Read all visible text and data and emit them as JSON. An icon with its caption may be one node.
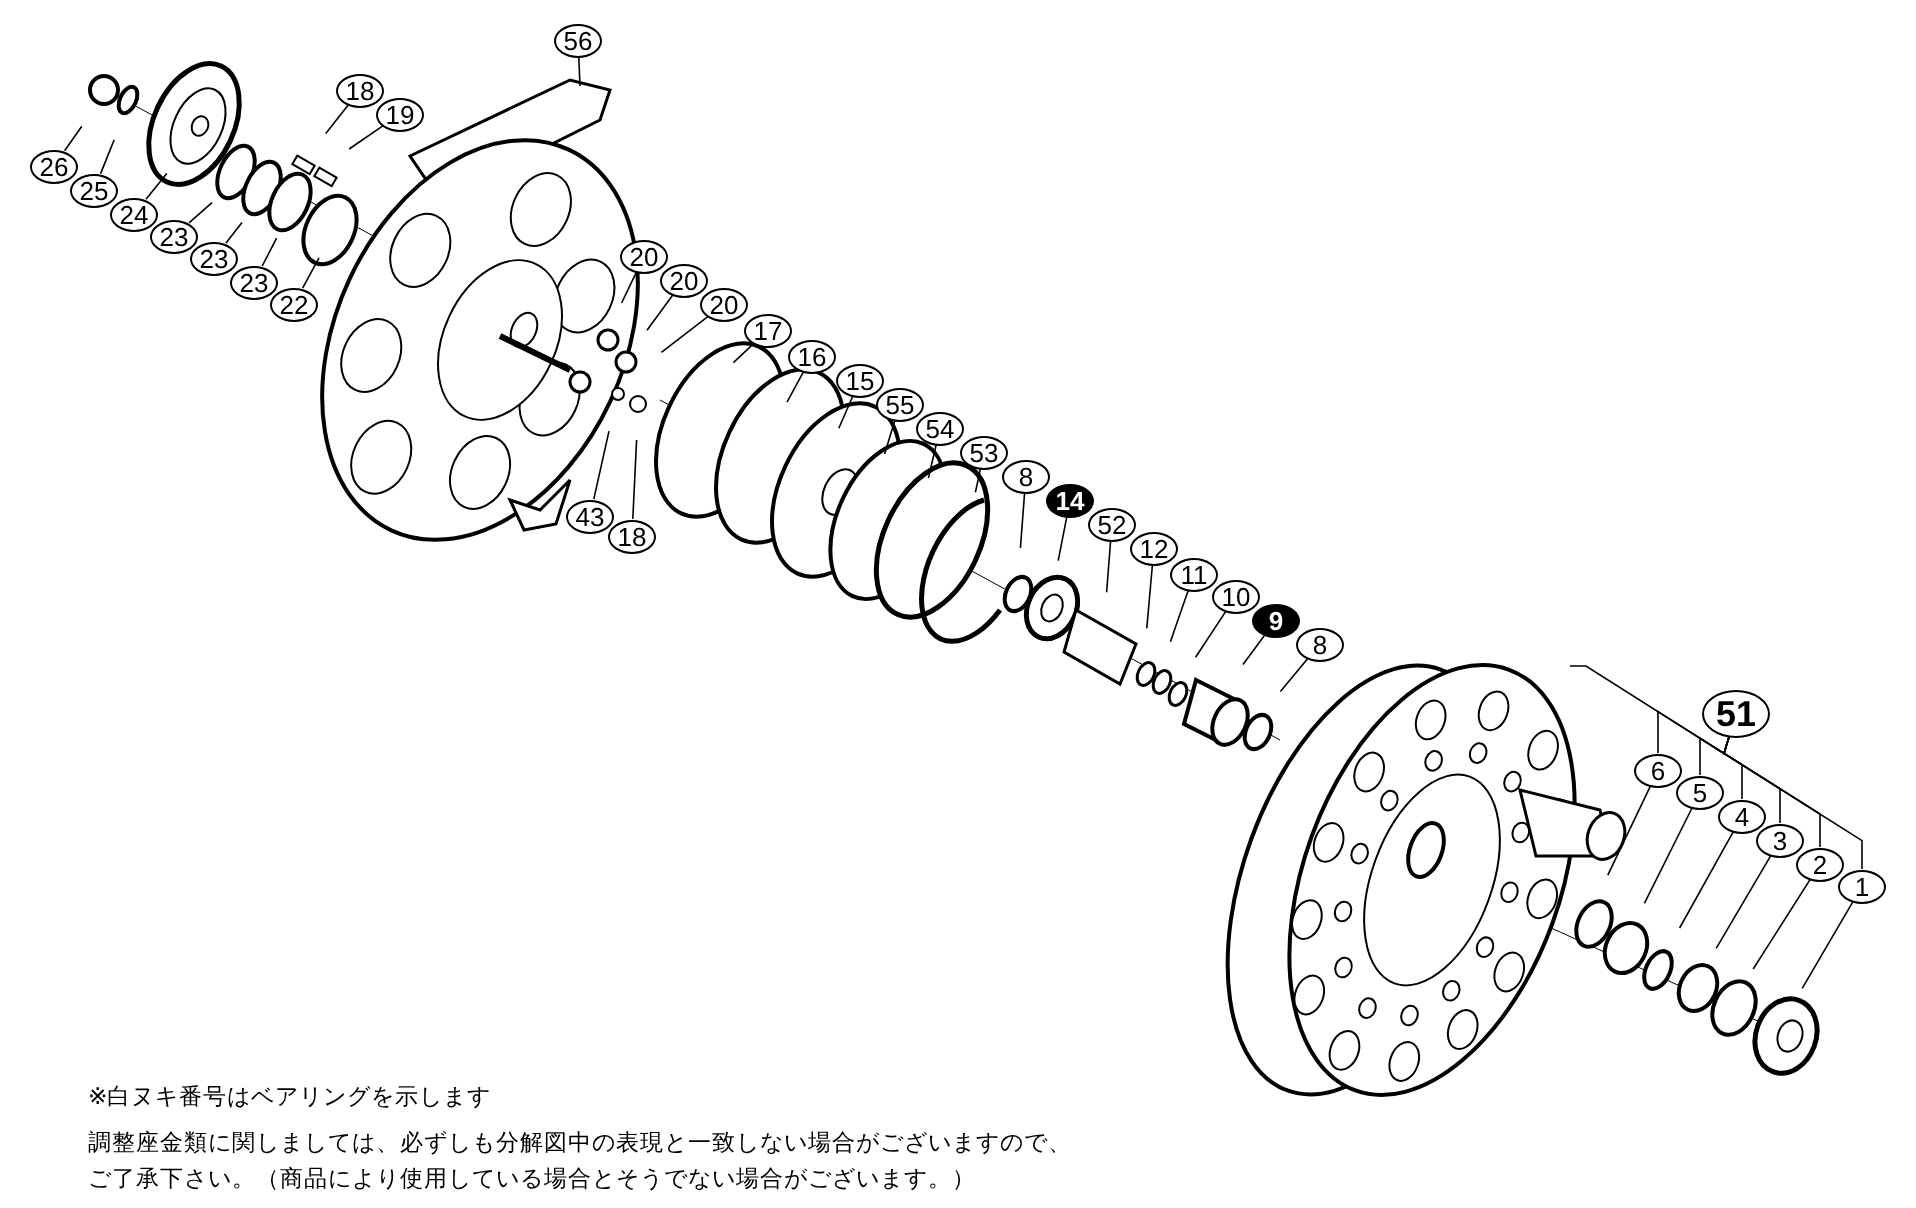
{
  "diagram": {
    "nodes": [
      {
        "text": [
          "56"
        ]
      },
      {
        "text": [
          "18"
        ]
      },
      {
        "text": [
          "19"
        ]
      },
      {
        "text": [
          "26"
        ]
      },
      {
        "text": [
          "25"
        ]
      },
      {
        "text": [
          "24"
        ]
      },
      {
        "text": [
          "23"
        ]
      },
      {
        "text": [
          "23"
        ]
      },
      {
        "text": [
          "23"
        ]
      },
      {
        "text": [
          "22"
        ]
      },
      {
        "text": [
          "20"
        ]
      },
      {
        "text": [
          "20"
        ]
      },
      {
        "text": [
          "20"
        ]
      },
      {
        "text": [
          "17"
        ]
      },
      {
        "text": [
          "16"
        ]
      },
      {
        "text": [
          "15"
        ]
      },
      {
        "text": [
          "55"
        ]
      },
      {
        "text": [
          "54"
        ]
      },
      {
        "text": [
          "43"
        ]
      },
      {
        "text": [
          "18"
        ]
      },
      {
        "text": [
          "53"
        ]
      },
      {
        "text": [
          "8"
        ]
      },
      {
        "text": [
          "14"
        ]
      },
      {
        "text": [
          "52"
        ]
      },
      {
        "text": [
          "12"
        ]
      },
      {
        "text": [
          "11"
        ]
      },
      {
        "text": [
          "10"
        ]
      },
      {
        "text": [
          "9"
        ]
      },
      {
        "text": [
          "8"
        ]
      },
      {
        "text": [
          "51"
        ]
      },
      {
        "text": [
          "6"
        ]
      },
      {
        "text": [
          "5"
        ]
      },
      {
        "text": [
          "4"
        ]
      },
      {
        "text": [
          "3"
        ]
      },
      {
        "text": [
          "2"
        ]
      },
      {
        "text": [
          "1"
        ]
      }
    ],
    "edges": [
      {
        "from": 0,
        "to": null,
        "arrow": "none"
      },
      {
        "from": 1,
        "to": null,
        "arrow": "none"
      },
      {
        "from": 2,
        "to": null,
        "arrow": "none"
      },
      {
        "from": 3,
        "to": null,
        "arrow": "none"
      },
      {
        "from": 4,
        "to": null,
        "arrow": "none"
      },
      {
        "from": 5,
        "to": null,
        "arrow": "none"
      },
      {
        "from": 6,
        "to": null,
        "arrow": "none"
      },
      {
        "from": 7,
        "to": null,
        "arrow": "none"
      },
      {
        "from": 8,
        "to": null,
        "arrow": "none"
      },
      {
        "from": 9,
        "to": null,
        "arrow": "none"
      },
      {
        "from": 10,
        "to": null,
        "arrow": "none"
      },
      {
        "from": 11,
        "to": null,
        "arrow": "none"
      },
      {
        "from": 12,
        "to": null,
        "arrow": "none"
      },
      {
        "from": 13,
        "to": null,
        "arrow": "none"
      },
      {
        "from": 14,
        "to": null,
        "arrow": "none"
      },
      {
        "from": 15,
        "to": null,
        "arrow": "none"
      },
      {
        "from": 16,
        "to": null,
        "arrow": "none"
      },
      {
        "from": 17,
        "to": null,
        "arrow": "none"
      },
      {
        "from": 18,
        "to": null,
        "arrow": "none"
      },
      {
        "from": 19,
        "to": null,
        "arrow": "none"
      },
      {
        "from": 20,
        "to": null,
        "arrow": "none"
      },
      {
        "from": 21,
        "to": null,
        "arrow": "none"
      },
      {
        "from": 22,
        "to": null,
        "arrow": "none"
      },
      {
        "from": 23,
        "to": null,
        "arrow": "none"
      },
      {
        "from": 24,
        "to": null,
        "arrow": "none"
      },
      {
        "from": 25,
        "to": null,
        "arrow": "none"
      },
      {
        "from": 26,
        "to": null,
        "arrow": "none"
      },
      {
        "from": 27,
        "to": null,
        "arrow": "none"
      },
      {
        "from": 28,
        "to": null,
        "arrow": "none"
      },
      {
        "from": 29,
        "to": null,
        "arrow": "none"
      },
      {
        "from": 29,
        "to": 30,
        "arrow": "none"
      },
      {
        "from": 29,
        "to": 31,
        "arrow": "none"
      },
      {
        "from": 29,
        "to": 32,
        "arrow": "none"
      },
      {
        "from": 29,
        "to": 33,
        "arrow": "none"
      },
      {
        "from": 29,
        "to": 34,
        "arrow": "none"
      },
      {
        "from": 29,
        "to": 35,
        "arrow": "none"
      },
      {
        "from": 30,
        "to": null,
        "arrow": "none"
      },
      {
        "from": 31,
        "to": null,
        "arrow": "none"
      },
      {
        "from": 32,
        "to": null,
        "arrow": "none"
      },
      {
        "from": 33,
        "to": null,
        "arrow": "none"
      },
      {
        "from": 34,
        "to": null,
        "arrow": "none"
      },
      {
        "from": 35,
        "to": null,
        "arrow": "none"
      }
    ],
    "labels": [
      "※白ヌキ番号はベアリングを示します",
      "調整座金類に関しましては、必ずしも分解図中の表現と一致しない場合がございますので、ご了承下さい。（商品により使用している場合とそうでない場合がございます。）"
    ]
  }
}
